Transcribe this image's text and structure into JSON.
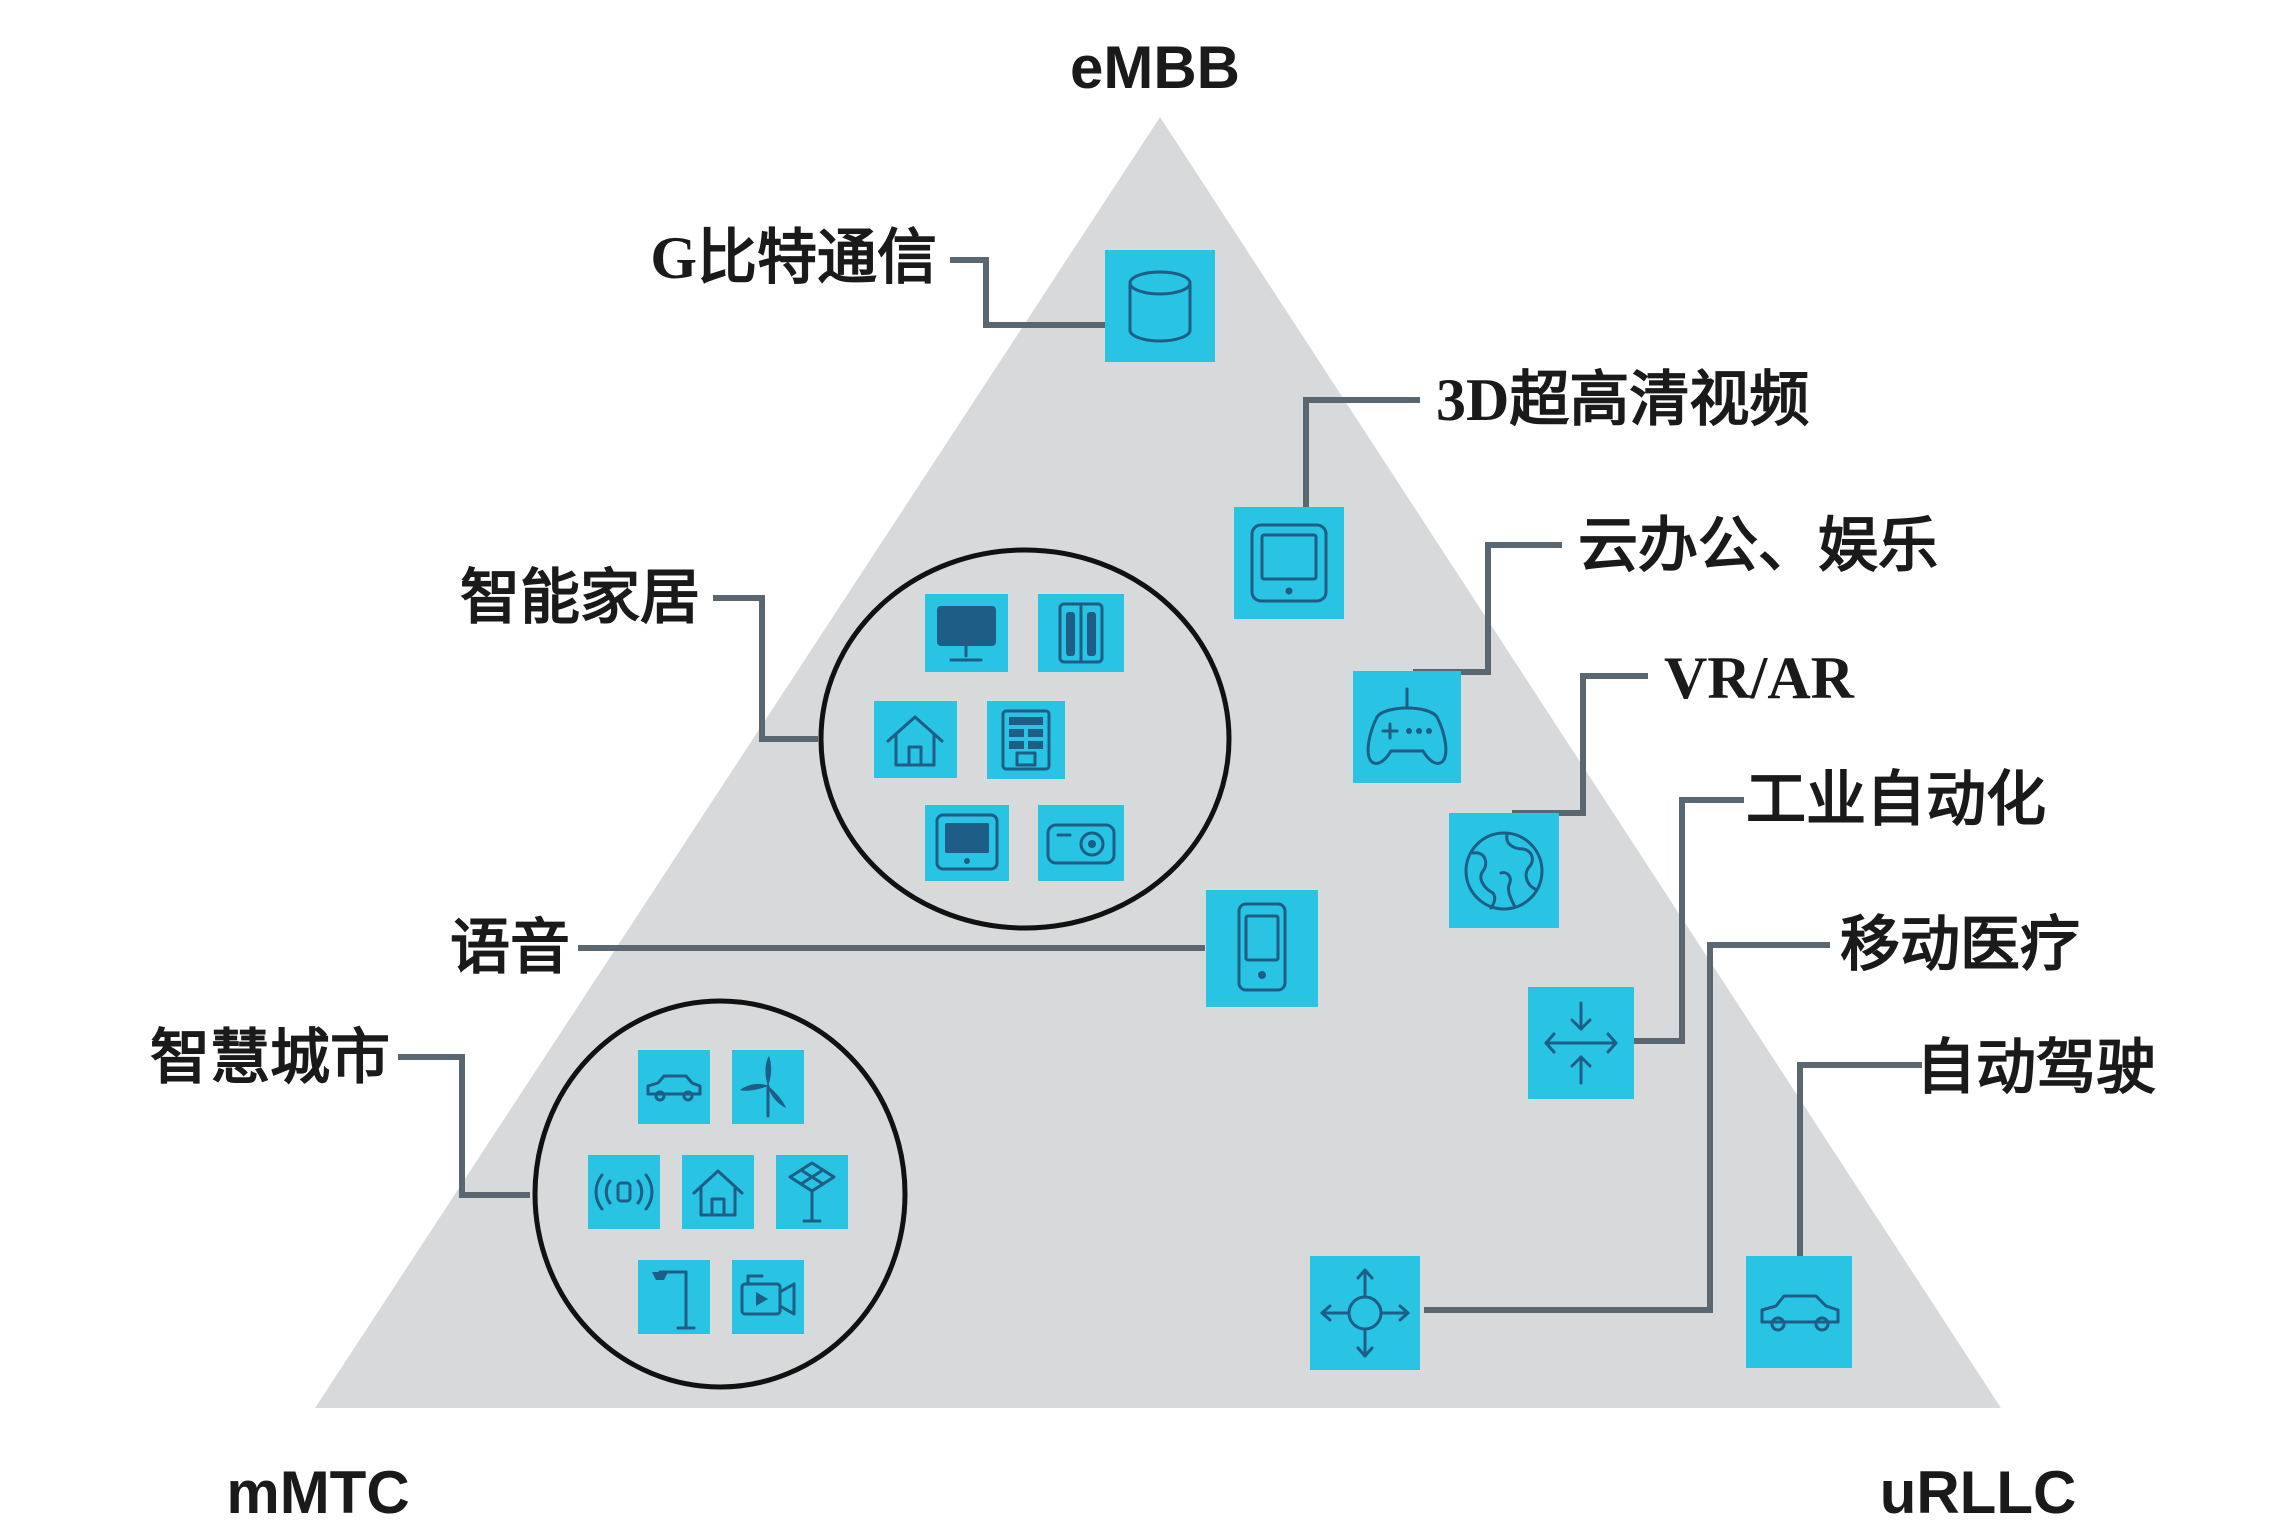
{
  "corners": {
    "top": "eMBB",
    "bottom_left": "mMTC",
    "bottom_right": "uRLLC"
  },
  "applications": {
    "gbit": "G比特通信",
    "video3d": "3D超高清视频",
    "cloud": "云办公、娱乐",
    "vrar": "VR/AR",
    "industrial": "工业自动化",
    "medical": "移动医疗",
    "autodrive": "自动驾驶",
    "smarthome": "智能家居",
    "voice": "语音",
    "smartcity": "智慧城市"
  },
  "colors": {
    "triangle_fill": "#d7d9db",
    "tile_fill": "#29c3e3",
    "icon_stroke": "#1d5d86",
    "leader_line": "#5a6670",
    "cluster_ring": "#111111"
  },
  "icons": {
    "gbit": "database-icon",
    "video3d": "tablet-icon",
    "cloud": "gamepad-icon",
    "vrar": "globe-icon",
    "industrial": "arrows-converge-icon",
    "medical": "compass-arrows-icon",
    "autodrive": "car-icon",
    "voice": "phone-icon",
    "smarthome": [
      "monitor-icon",
      "door-icon",
      "house-icon",
      "panel-icon",
      "tv-icon",
      "projector-icon"
    ],
    "smartcity": [
      "car-icon",
      "wind-turbine-icon",
      "wireless-signal-icon",
      "house-icon",
      "solar-panel-icon",
      "streetlight-icon",
      "camera-icon"
    ]
  }
}
